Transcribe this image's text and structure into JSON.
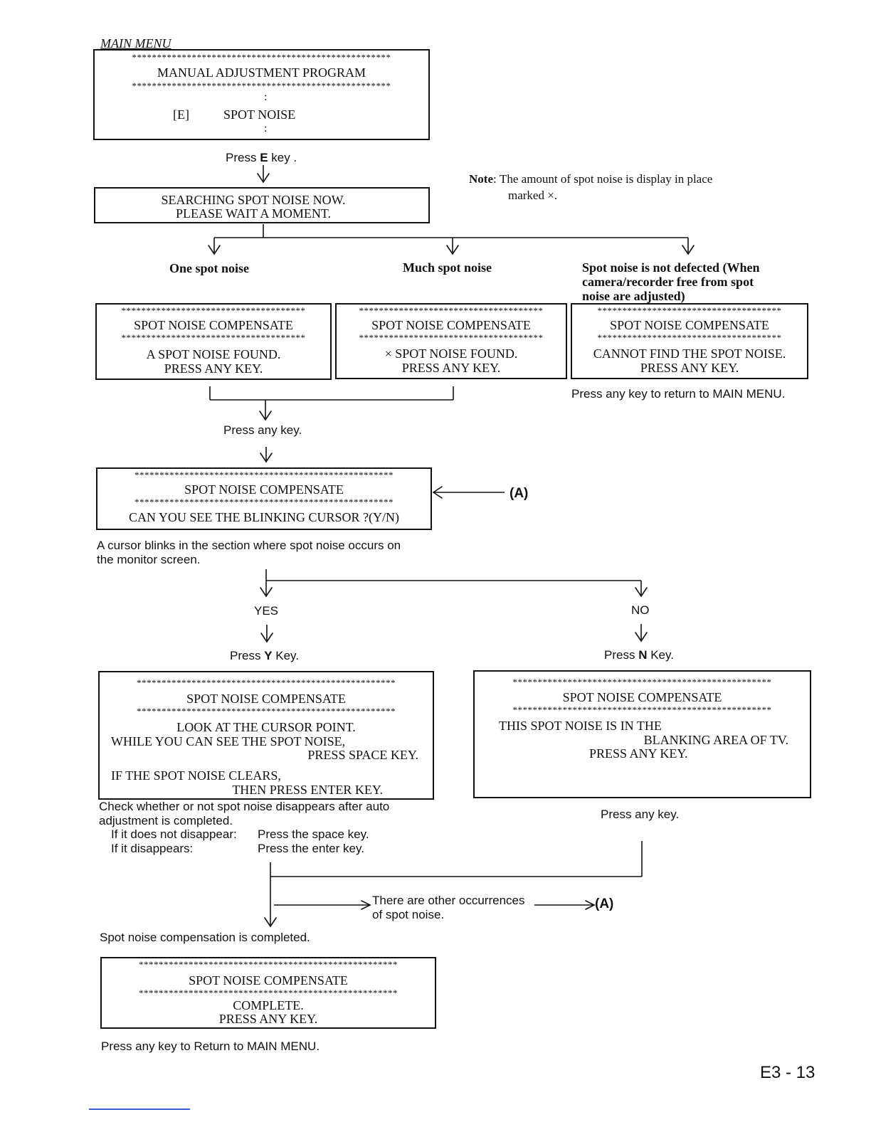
{
  "main_menu_label": "MAIN MENU",
  "stars_long": "****************************************************",
  "stars_mid": "*************************************",
  "box_main": {
    "title": "MANUAL ADJUSTMENT PROGRAM",
    "colon": ":",
    "key": "[E]",
    "item": "SPOT NOISE"
  },
  "press_e": {
    "pre": "Press ",
    "key": "E",
    "post": " key ."
  },
  "box_search": {
    "line1": "SEARCHING SPOT NOISE NOW.",
    "line2": "PLEASE WAIT A MOMENT."
  },
  "note": {
    "label": "Note",
    "sep": ":",
    "line1": "The amount of spot noise is display in place",
    "line2": "marked ×."
  },
  "branches": {
    "one": "One spot noise",
    "much": "Much spot noise",
    "not_line1": "Spot noise is not defected (When",
    "not_line2": "camera/recorder free from spot",
    "not_line3": "noise are adjusted)"
  },
  "box_one": {
    "title": "SPOT NOISE COMPENSATE",
    "line1": "A SPOT NOISE FOUND.",
    "line2": "PRESS ANY KEY."
  },
  "box_much": {
    "title": "SPOT NOISE COMPENSATE",
    "line1": "× SPOT NOISE FOUND.",
    "line2": "PRESS ANY KEY."
  },
  "box_not": {
    "title": "SPOT NOISE COMPENSATE",
    "line1": "CANNOT FIND THE SPOT NOISE.",
    "line2": "PRESS ANY KEY."
  },
  "return_main": "Press any key to return to MAIN MENU.",
  "press_any_1": "Press any key.",
  "box_cursor": {
    "title": "SPOT NOISE COMPENSATE",
    "line1": "CAN YOU SEE THE BLINKING CURSOR ?(Y/N)"
  },
  "ref_a": "(A)",
  "cursor_note": {
    "line1": "A cursor blinks in the section where spot noise occurs on",
    "line2": "the monitor screen."
  },
  "yes": "YES",
  "no": "NO",
  "press_y": {
    "pre": "Press ",
    "key": "Y",
    "post": " Key."
  },
  "press_n": {
    "pre": "Press ",
    "key": "N",
    "post": " Key."
  },
  "box_yes": {
    "title": "SPOT NOISE COMPENSATE",
    "line1": "LOOK AT THE CURSOR POINT.",
    "line2": "WHILE YOU CAN SEE THE SPOT NOISE,",
    "line3": "PRESS SPACE KEY.",
    "line4": "IF THE SPOT NOISE CLEARS,",
    "line5": "THEN PRESS ENTER KEY."
  },
  "box_no": {
    "title": "SPOT NOISE COMPENSATE",
    "line1": "THIS SPOT NOISE IS IN THE",
    "line2": "BLANKING AREA OF TV.",
    "line3": "PRESS ANY KEY."
  },
  "check_note": {
    "line1": "Check whether or not spot noise disappears after auto",
    "line2": "adjustment is completed.",
    "row1_label": "If it does not disappear:",
    "row1_value": "Press the space key.",
    "row2_label": "If it disappears:",
    "row2_value": "Press the enter key."
  },
  "press_any_2": "Press any key.",
  "other_occ": {
    "line1": "There are other occurrences",
    "line2": "of spot noise."
  },
  "completed_note": "Spot noise compensation is completed.",
  "box_complete": {
    "title": "SPOT NOISE COMPENSATE",
    "line1": "COMPLETE.",
    "line2": "PRESS ANY KEY."
  },
  "return_main_2": "Press any key to Return to MAIN MENU.",
  "page_number": "E3 - 13"
}
